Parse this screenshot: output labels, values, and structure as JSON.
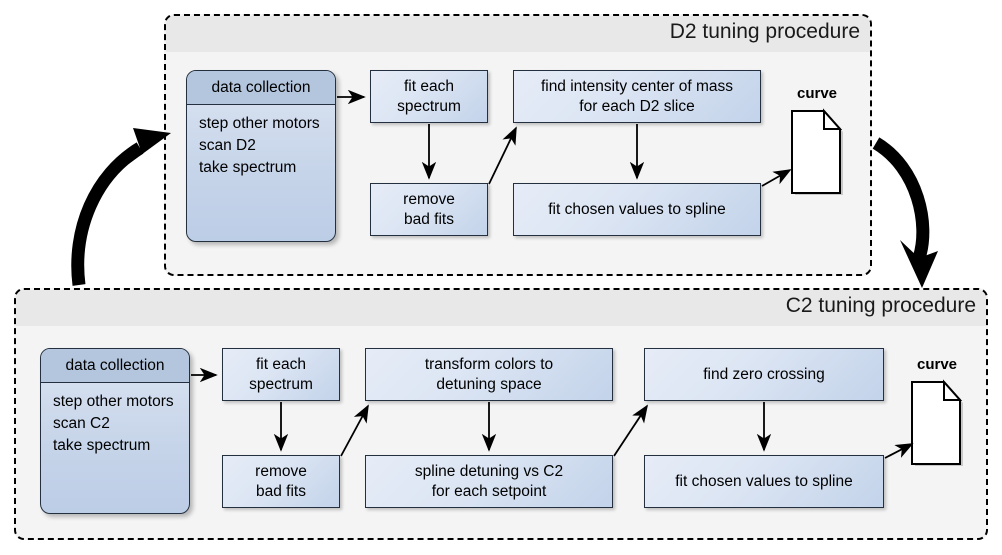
{
  "diagram": {
    "title_d2": "D2 tuning procedure",
    "title_c2": "C2 tuning procedure"
  },
  "panels": [
    {
      "id": "d2",
      "title": "D2 tuning procedure",
      "data_collection": {
        "header": "data collection",
        "lines": [
          "step other motors",
          "scan D2",
          "take spectrum"
        ]
      },
      "steps": [
        {
          "id": "fit-each-spectrum",
          "lines": [
            "fit each",
            "spectrum"
          ]
        },
        {
          "id": "remove-bad-fits",
          "lines": [
            "remove",
            "bad fits"
          ]
        },
        {
          "id": "find-intensity-center-of-mass",
          "lines": [
            "find intensity center of mass",
            "for each D2 slice"
          ]
        },
        {
          "id": "fit-chosen-values-to-spline",
          "lines": [
            "fit chosen values to spline"
          ]
        }
      ],
      "output": {
        "label": "curve"
      }
    },
    {
      "id": "c2",
      "title": "C2 tuning procedure",
      "data_collection": {
        "header": "data collection",
        "lines": [
          "step other motors",
          "scan C2",
          "take spectrum"
        ]
      },
      "steps": [
        {
          "id": "fit-each-spectrum",
          "lines": [
            "fit each",
            "spectrum"
          ]
        },
        {
          "id": "remove-bad-fits",
          "lines": [
            "remove",
            "bad fits"
          ]
        },
        {
          "id": "transform-colors-to-detuning-space",
          "lines": [
            "transform colors to",
            "detuning space"
          ]
        },
        {
          "id": "spline-detuning-vs-c2",
          "lines": [
            "spline detuning vs C2",
            "for each setpoint"
          ]
        },
        {
          "id": "find-zero-crossing",
          "lines": [
            "find zero crossing"
          ]
        },
        {
          "id": "fit-chosen-values-to-spline",
          "lines": [
            "fit chosen values to spline"
          ]
        }
      ],
      "output": {
        "label": "curve"
      }
    }
  ],
  "d2": {
    "title": "D2 tuning procedure",
    "dc_header": "data collection",
    "dc_line1": "step other motors",
    "dc_line2": "scan D2",
    "dc_line3": "take spectrum",
    "fit_l1": "fit each",
    "fit_l2": "spectrum",
    "remove_l1": "remove",
    "remove_l2": "bad fits",
    "com_l1": "find intensity center of mass",
    "com_l2": "for each D2 slice",
    "spline_l1": "fit chosen values to spline",
    "curve": "curve"
  },
  "c2": {
    "title": "C2 tuning procedure",
    "dc_header": "data collection",
    "dc_line1": "step other motors",
    "dc_line2": "scan C2",
    "dc_line3": "take spectrum",
    "fit_l1": "fit each",
    "fit_l2": "spectrum",
    "remove_l1": "remove",
    "remove_l2": "bad fits",
    "transform_l1": "transform colors to",
    "transform_l2": "detuning space",
    "splinedet_l1": "spline detuning vs C2",
    "splinedet_l2": "for each setpoint",
    "zero_l1": "find zero crossing",
    "spline_l1": "fit chosen values to spline",
    "curve": "curve"
  },
  "colors": {
    "box_fill_light": "#e6ecf7",
    "box_fill_dark": "#c3d3ea",
    "box_border": "#24303f",
    "dc_header_fill": "#b4c6de",
    "panel_fill": "#f4f4f4",
    "panel_head_fill": "#e8e8e8",
    "panel_border": "#000000",
    "arrow": "#000000",
    "background": "#ffffff"
  }
}
